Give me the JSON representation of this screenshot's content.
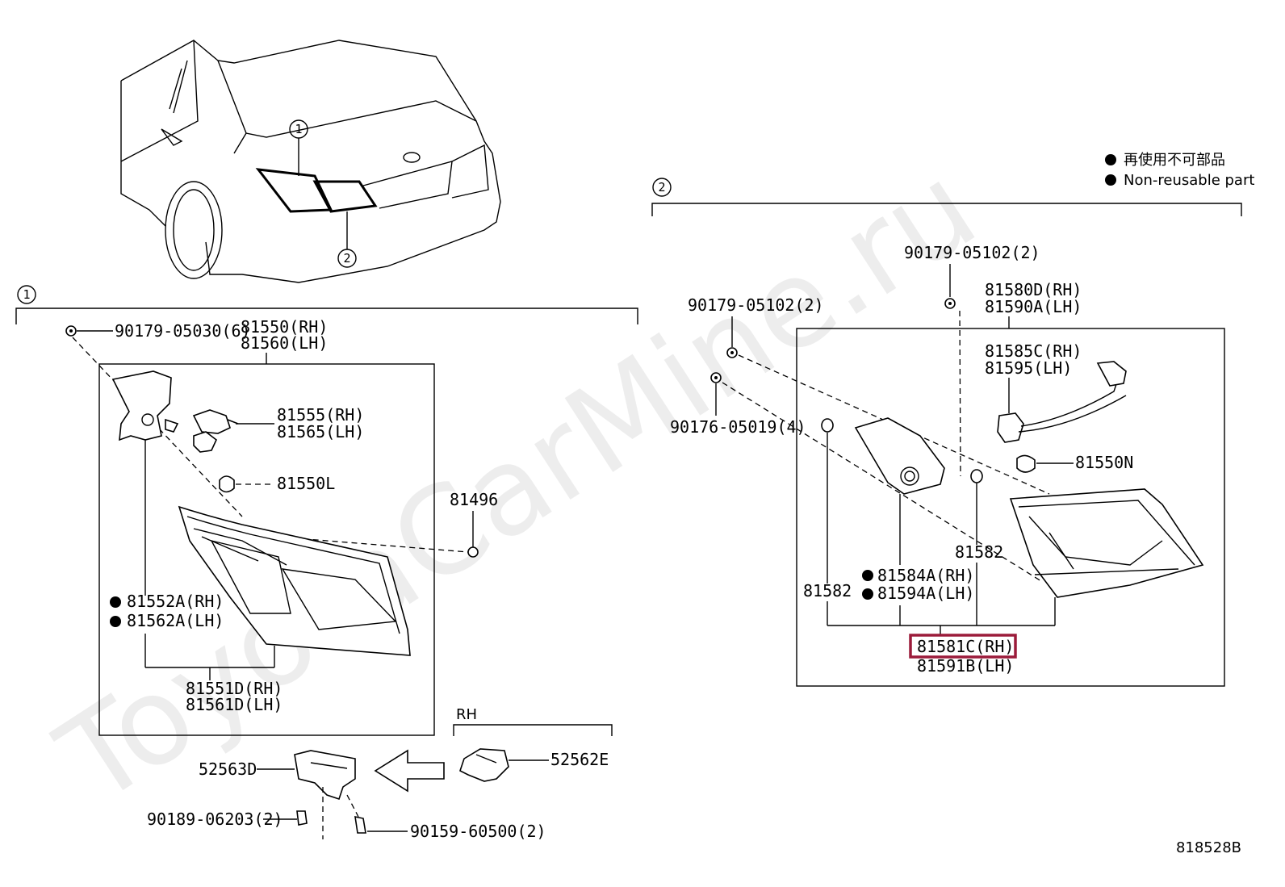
{
  "watermark": "ToyotaCarMine.ru",
  "diagram_id": "818528B",
  "legend": {
    "symbol": "●",
    "line_jp": "再使用不可部品",
    "line_en": "Non-reusable part"
  },
  "callouts": {
    "one": "1",
    "two": "2"
  },
  "section1": {
    "labels": {
      "screw_90179_05030": "90179-05030(6)",
      "lamp_rh": "81550(RH)",
      "lamp_lh": "81560(LH)",
      "socket_rh": "81555(RH)",
      "socket_lh": "81565(LH)",
      "bulb": "81550L",
      "clip": "81496",
      "gasket_rh": "81552A(RH)",
      "gasket_lh": "81562A(LH)",
      "lens_rh": "81551D(RH)",
      "lens_lh": "81561D(LH)",
      "retainer": "52563D",
      "rh_label": "RH",
      "retainer_rh": "52562E",
      "bolt_90189": "90189-06203(2)",
      "bolt_90159": "90159-60500(2)"
    }
  },
  "section2": {
    "labels": {
      "screw_top": "90179-05102(2)",
      "screw_left": "90179-05102(2)",
      "screw_90176": "90176-05019(4)",
      "lamp_rh": "81580D(RH)",
      "lamp_lh": "81590A(LH)",
      "socket_rh": "81585C(RH)",
      "socket_lh": "81595(LH)",
      "bulb": "81550N",
      "pad_right": "81582",
      "pad_left": "81582",
      "gasket_rh": "81584A(RH)",
      "gasket_lh": "81594A(LH)",
      "lens_rh": "81581C(RH)",
      "lens_lh": "81591B(LH)"
    },
    "highlight_color": "#9b1b3a"
  }
}
